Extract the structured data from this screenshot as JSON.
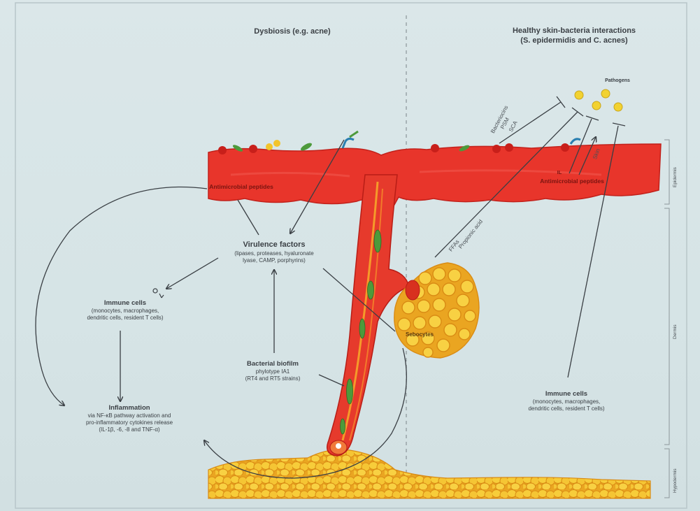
{
  "titles": {
    "left": "Dysbiosis (e.g. acne)",
    "right_line1": "Healthy skin-bacteria interactions",
    "right_line2": "(S. epidermidis and C. acnes)"
  },
  "labels": {
    "pathogens": "Pathogens",
    "amp_left": "Antimicrobial peptides",
    "virulence_title": "Virulence factors",
    "virulence_line1": "(lipases, proteases, hyaluronate",
    "virulence_line2": "lyase, CAMP, porphyrins)",
    "immune_left_title": "Immune cells",
    "immune_left_line1": "(monocytes, macrophages,",
    "immune_left_line2": "dendritic cells, resident T cells)",
    "inflammation_title": "Inflammation",
    "inflammation_line1": "via NF-κB pathway activation and",
    "inflammation_line2": "pro-inflammatory cytokines release",
    "inflammation_line3": "(IL-1β, -6, -8 and TNF-α)",
    "biofilm_title": "Bacterial biofilm",
    "biofilm_line1": "phylotype IA1",
    "biofilm_line2": "(RT4 and RT5 strains)",
    "sebocytes": "Sebocytes",
    "ffa": "FFAs",
    "ffa_sub": "Propionic acid",
    "bacteriocins": "Bacteriocins",
    "psm": "PSM",
    "sca": "SCA",
    "il": "IL",
    "amp_right": "Antimicrobial peptides",
    "skin_label": "Skin",
    "immune_right_title": "Immune cells",
    "immune_right_line1": "(monocytes, macrophages,",
    "immune_right_line2": "dendritic cells, resident T cells)"
  },
  "layers": {
    "epidermis": "Epidermis",
    "dermis": "Dermis",
    "hypodermis": "Hypodermis"
  },
  "colors": {
    "skin_red": "#e8352b",
    "skin_dark": "#c2211b",
    "fat_yellow": "#f2c42c",
    "fat_outline": "#d98b14",
    "biofilm_green": "#4d9a3b",
    "text": "#3a3f44",
    "background": "#d9e5e7"
  }
}
